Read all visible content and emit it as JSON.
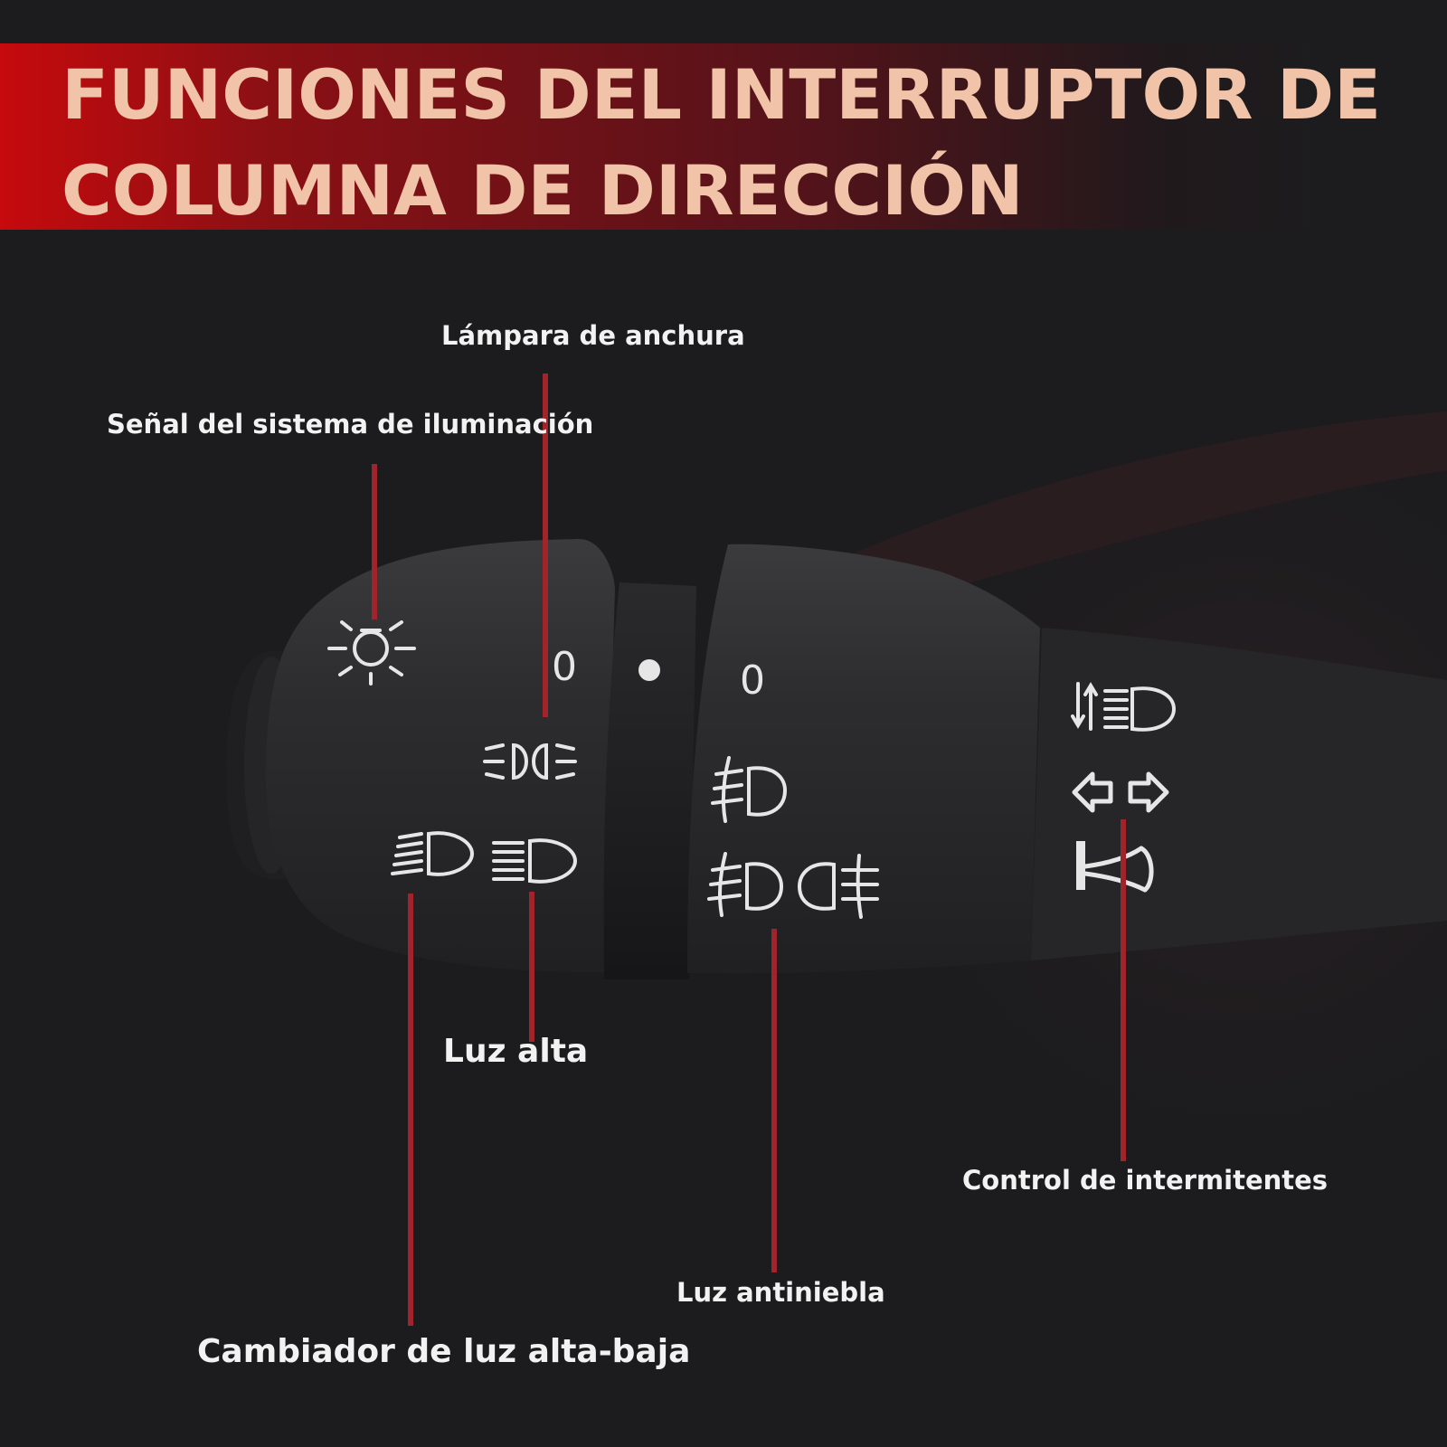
{
  "title": {
    "line1": "FUNCIONES DEL INTERRUPTOR DE",
    "line2": "COLUMNA DE DIRECCIÓN"
  },
  "labels": {
    "width_lamp": "Lámpara de anchura",
    "lighting_signal": "Señal del sistema de iluminación",
    "high_beam": "Luz alta",
    "high_low_changer": "Cambiador de luz alta-baja",
    "fog_light": "Luz antiniebla",
    "turn_signal_control": "Control de intermitentes"
  },
  "switch_marks": {
    "off_1": "0",
    "off_2": "0"
  },
  "icons": [
    "lighting-system-icon",
    "width-lamp-icon",
    "low-beam-icon",
    "high-beam-icon",
    "front-fog-light-icon",
    "rear-fog-light-icon",
    "headlight-flash-icon",
    "turn-arrows-icon",
    "horn-icon"
  ],
  "colors": {
    "accent_red": "#c60a0d",
    "title_text": "#f1c3a8",
    "callout_line": "#a1232b",
    "background": "#1c1c1e"
  }
}
